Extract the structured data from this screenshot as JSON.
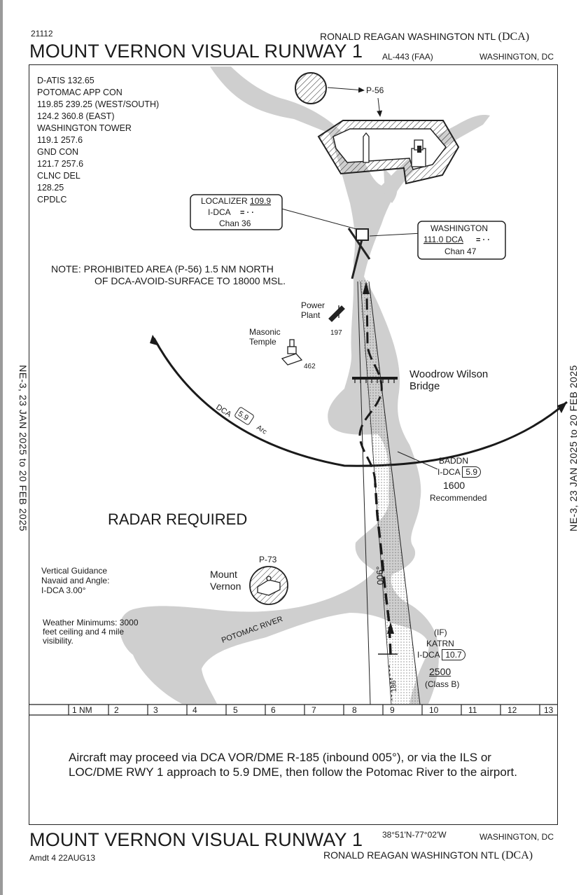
{
  "header": {
    "chart_number": "21112",
    "airport": "RONALD REAGAN WASHINGTON NTL",
    "airport_id": "(DCA)",
    "title": "MOUNT VERNON VISUAL RUNWAY 1",
    "al_number": "AL-443 (FAA)",
    "city": "WASHINGTON, DC"
  },
  "side_labels": {
    "left": "NE-3, 23 JAN 2025 to 20 FEB 2025",
    "right": "NE-3, 23 JAN 2025 to 20 FEB 2025"
  },
  "frequencies": [
    "D-ATIS 132.65",
    "POTOMAC APP CON",
    "119.85  239.25 (WEST/SOUTH)",
    "124.2  360.8  (EAST)",
    "WASHINGTON TOWER",
    "119.1  257.6",
    "GND CON",
    "121.7  257.6",
    "CLNC DEL",
    "128.25",
    "CPDLC"
  ],
  "navaids": {
    "localizer": {
      "title": "LOCALIZER",
      "freq": "109.9",
      "ident": "I-DCA",
      "chan": "Chan 36"
    },
    "vor": {
      "title": "WASHINGTON",
      "freq": "111.0",
      "ident": "DCA",
      "chan": "Chan 47"
    }
  },
  "note": {
    "line1": "NOTE: PROHIBITED AREA (P-56) 1.5 NM NORTH",
    "line2": "OF DCA-AVOID-SURFACE TO 18000 MSL."
  },
  "landmarks": {
    "p56": "P-56",
    "p73": "P-73",
    "power_plant_1": "Power",
    "power_plant_2": "Plant",
    "power_plant_elev": "197",
    "masonic_1": "Masonic",
    "masonic_2": "Temple",
    "masonic_elev": "462",
    "bridge_1": "Woodrow Wilson",
    "bridge_2": "Bridge",
    "mount_vernon_1": "Mount",
    "mount_vernon_2": "Vernon",
    "river": "POTOMAC RIVER"
  },
  "arc": {
    "prefix": "DCA",
    "distance": "5.9",
    "suffix": "Arc"
  },
  "fixes": {
    "baddn": {
      "name": "BADDN",
      "ident": "I-DCA",
      "dme": "5.9",
      "alt": "1600",
      "note": "Recommended"
    },
    "katrn": {
      "type": "(IF)",
      "name": "KATRN",
      "ident": "I-DCA",
      "dme": "10.7",
      "alt": "2500",
      "class": "(Class B)"
    }
  },
  "courses": {
    "inbound": "006°",
    "radial": "186°"
  },
  "radar_required": "RADAR REQUIRED",
  "vertical_guidance": [
    "Vertical Guidance",
    "Navaid and Angle:",
    "I-DCA 3.00°"
  ],
  "weather_minimums": [
    "Weather Minimums: 3000",
    "feet ceiling and 4 mile",
    "visibility."
  ],
  "scale": [
    "1 NM",
    "2",
    "3",
    "4",
    "5",
    "6",
    "7",
    "8",
    "9",
    "10",
    "11",
    "12",
    "13"
  ],
  "procedure_text": {
    "line1": "Aircraft may proceed via DCA VOR/DME R-185 (inbound 005°), or via the ILS or",
    "line2": "LOC/DME RWY 1 approach to 5.9 DME, then follow the Potomac River to the airport."
  },
  "footer": {
    "title": "MOUNT VERNON VISUAL RUNWAY 1",
    "coords": "38°51'N-77°02'W",
    "city": "WASHINGTON, DC",
    "amdt": "Amdt 4  22AUG13",
    "airport": "RONALD REAGAN WASHINGTON NTL",
    "airport_id": "(DCA)"
  },
  "colors": {
    "water": "#cfcfcf",
    "ink": "#1a1a1a"
  }
}
